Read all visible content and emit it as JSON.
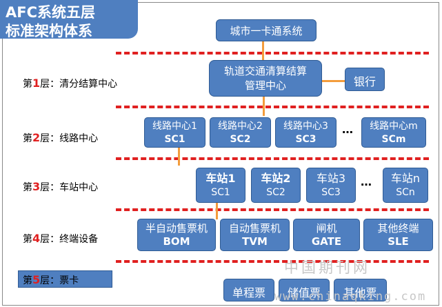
{
  "title": {
    "line1": "AFC系统五层",
    "line2": "标准架构体系"
  },
  "layers": [
    {
      "prefix": "第",
      "num": "1",
      "suffix": "层：清分结算中心"
    },
    {
      "prefix": "第",
      "num": "2",
      "suffix": "层：线路中心"
    },
    {
      "prefix": "第",
      "num": "3",
      "suffix": "层：车站中心"
    },
    {
      "prefix": "第",
      "num": "4",
      "suffix": "层：终端设备"
    },
    {
      "prefix": "第",
      "num": "5",
      "suffix": "层：票卡"
    }
  ],
  "nodes": {
    "city_card": "城市一卡通系统",
    "clearing": {
      "line1": "轨道交通清算结算",
      "line2": "管理中心"
    },
    "bank": "银行",
    "line_centers": [
      {
        "line1": "线路中心1",
        "line2": "SC1"
      },
      {
        "line1": "线路中心2",
        "line2": "SC2"
      },
      {
        "line1": "线路中心3",
        "line2": "SC3"
      },
      {
        "line1": "线路中心m",
        "line2": "SCm"
      }
    ],
    "stations": [
      {
        "line1": "车站1",
        "line2": "SC1"
      },
      {
        "line1": "车站2",
        "line2": "SC2"
      },
      {
        "line1": "车站3",
        "line2": "SC3"
      },
      {
        "line1": "车站n",
        "line2": "SCn"
      }
    ],
    "terminals": [
      {
        "line1": "半自动售票机",
        "line2": "BOM"
      },
      {
        "line1": "自动售票机",
        "line2": "TVM"
      },
      {
        "line1": "闸机",
        "line2": "GATE"
      },
      {
        "line1": "其他终端",
        "line2": "SLE"
      }
    ],
    "tickets": [
      "单程票",
      "储值票",
      "其他票"
    ]
  },
  "ellipsis": "…",
  "colors": {
    "box": "#4f7fc0",
    "dash": "#e02020",
    "connector": "#f39c3c"
  },
  "watermark": {
    "cn": "中国期刊网",
    "en": "www.chinaqking.com"
  }
}
